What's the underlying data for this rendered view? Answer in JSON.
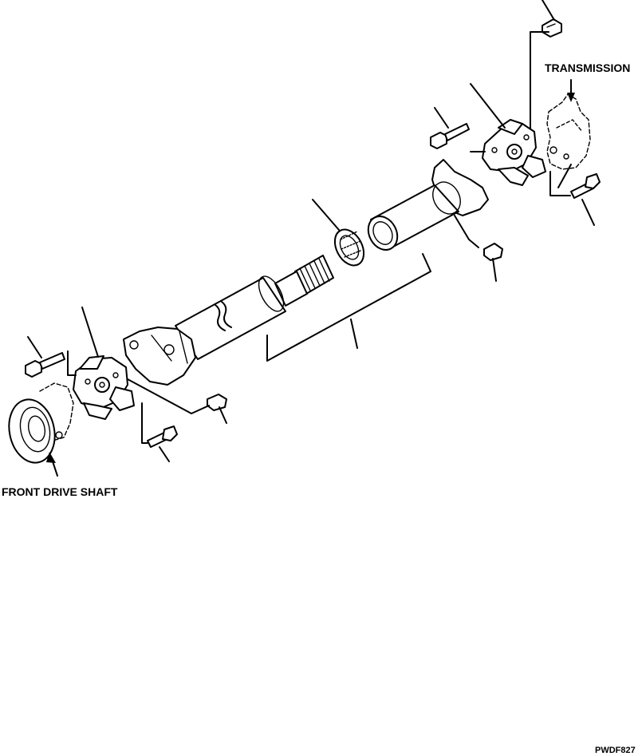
{
  "labels": {
    "transmission": "TRANSMISSION",
    "front_drive_shaft": "FRONT DRIVE SHAFT",
    "figure_code": "PWDF827"
  },
  "colors": {
    "line": "#000000",
    "background": "#ffffff"
  }
}
